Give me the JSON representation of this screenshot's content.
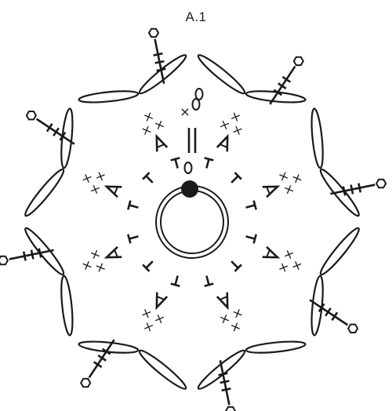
{
  "title": "A.1",
  "colors": {
    "ink": "#1a1a1a",
    "background": "#ffffff"
  },
  "symbols": {
    "chain": "0",
    "single_crochet": "×",
    "half_double": "T",
    "slip_stitch": "•",
    "picot": "hexagon-picot"
  },
  "petal_count": 8
}
